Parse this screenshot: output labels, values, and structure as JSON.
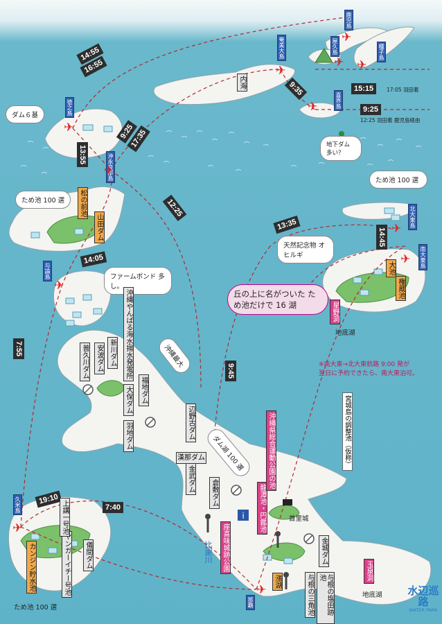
{
  "islands": {
    "kagoshima": "鹿児島",
    "yakushima": "屋久島",
    "tanegashima": "種子島",
    "amami": "奄美大島",
    "tokunoshima": "徳之島",
    "kikai": "喜界島",
    "okinoerabu": "沖永良部島",
    "yoron": "与論島",
    "kitadaito": "北大東島",
    "minamidaito": "南大東島",
    "kume": "久米島",
    "naha": "那覇"
  },
  "times": {
    "t1455": "14:55",
    "t1655": "16:55",
    "t935a": "9:35",
    "t1515": "15:15",
    "t925a": "9:25",
    "t1355": "13:55",
    "t925b": "9:25",
    "t1735": "17:35",
    "t1225": "12:25",
    "t1335": "13:35",
    "t1445": "14:45",
    "t1405": "14:05",
    "t755": "7:55",
    "t945": "9:45",
    "t1910": "19:10",
    "t740": "7:40"
  },
  "small_notes": {
    "haneda1": "17:05 羽田着",
    "haneda2": "12:25 羽田着 鹿児島経由"
  },
  "callouts": {
    "dam6": "ダム６基",
    "tameike_left": "ため池 100 選",
    "tameike_right": "ため池 100 選",
    "chikadam": "地下ダム 多い？",
    "farmpond": "ファームポンド 多し。",
    "tennen": "天然記念物 オヒルギ",
    "oka": "丘の上に名がついた ため池だけで 16 湖",
    "okinawa_saidai": "沖縄最大",
    "damko": "ダム湖 100 選"
  },
  "plain": {
    "chiteiko1": "地底湖",
    "chiteiko2": "地底湖",
    "uchiumi": "内海",
    "tameike_kume": "ため池 100 選",
    "river": "比謝川",
    "shurijo": "首里城"
  },
  "note": {
    "line1": "※南大東→北大東航路 9:00 発が",
    "line2": "翌日に予約できたら、南大東泊可。"
  },
  "dams": {
    "matsunomae": "松の前池",
    "yamada": "山田ダム",
    "oike": "大池",
    "ganaike": "権蔵池",
    "hoshino": "星野洞",
    "kanjin": "カンジン貯水池",
    "yanjai": "ヤンガーイチー号池",
    "kamiichi": "上講一号池",
    "gima": "儀間ダム",
    "kaisui": "沖縄やんばる海水揚水発電所",
    "fukuji": "福地ダム",
    "ojo": "大保ダム",
    "haneji": "羽地ダム",
    "shinkawa": "新川ダム",
    "ahaza": "安波ダム",
    "fungawa": "普久川ダム",
    "henoko": "辺野古ダム",
    "kanna": "漢那ダム",
    "kin": "金武ダム",
    "kurashiki": "倉敷ダム",
    "zakimi": "座喜味城跡公園",
    "ryuutan": "龍潭池・円鑑池",
    "sougou": "沖縄県総合運動公園の池",
    "miyagi": "宮城島の調整池（仮称）",
    "kaneshi": "金城ダム",
    "yogon_shio": "与根の塩田跡池",
    "yogon_sankaku": "与根の三角池",
    "sen": "漲湖",
    "gyokusen": "玉泉洞"
  },
  "logo": {
    "text": "水辺巡路",
    "sub": "WATER PARK"
  }
}
